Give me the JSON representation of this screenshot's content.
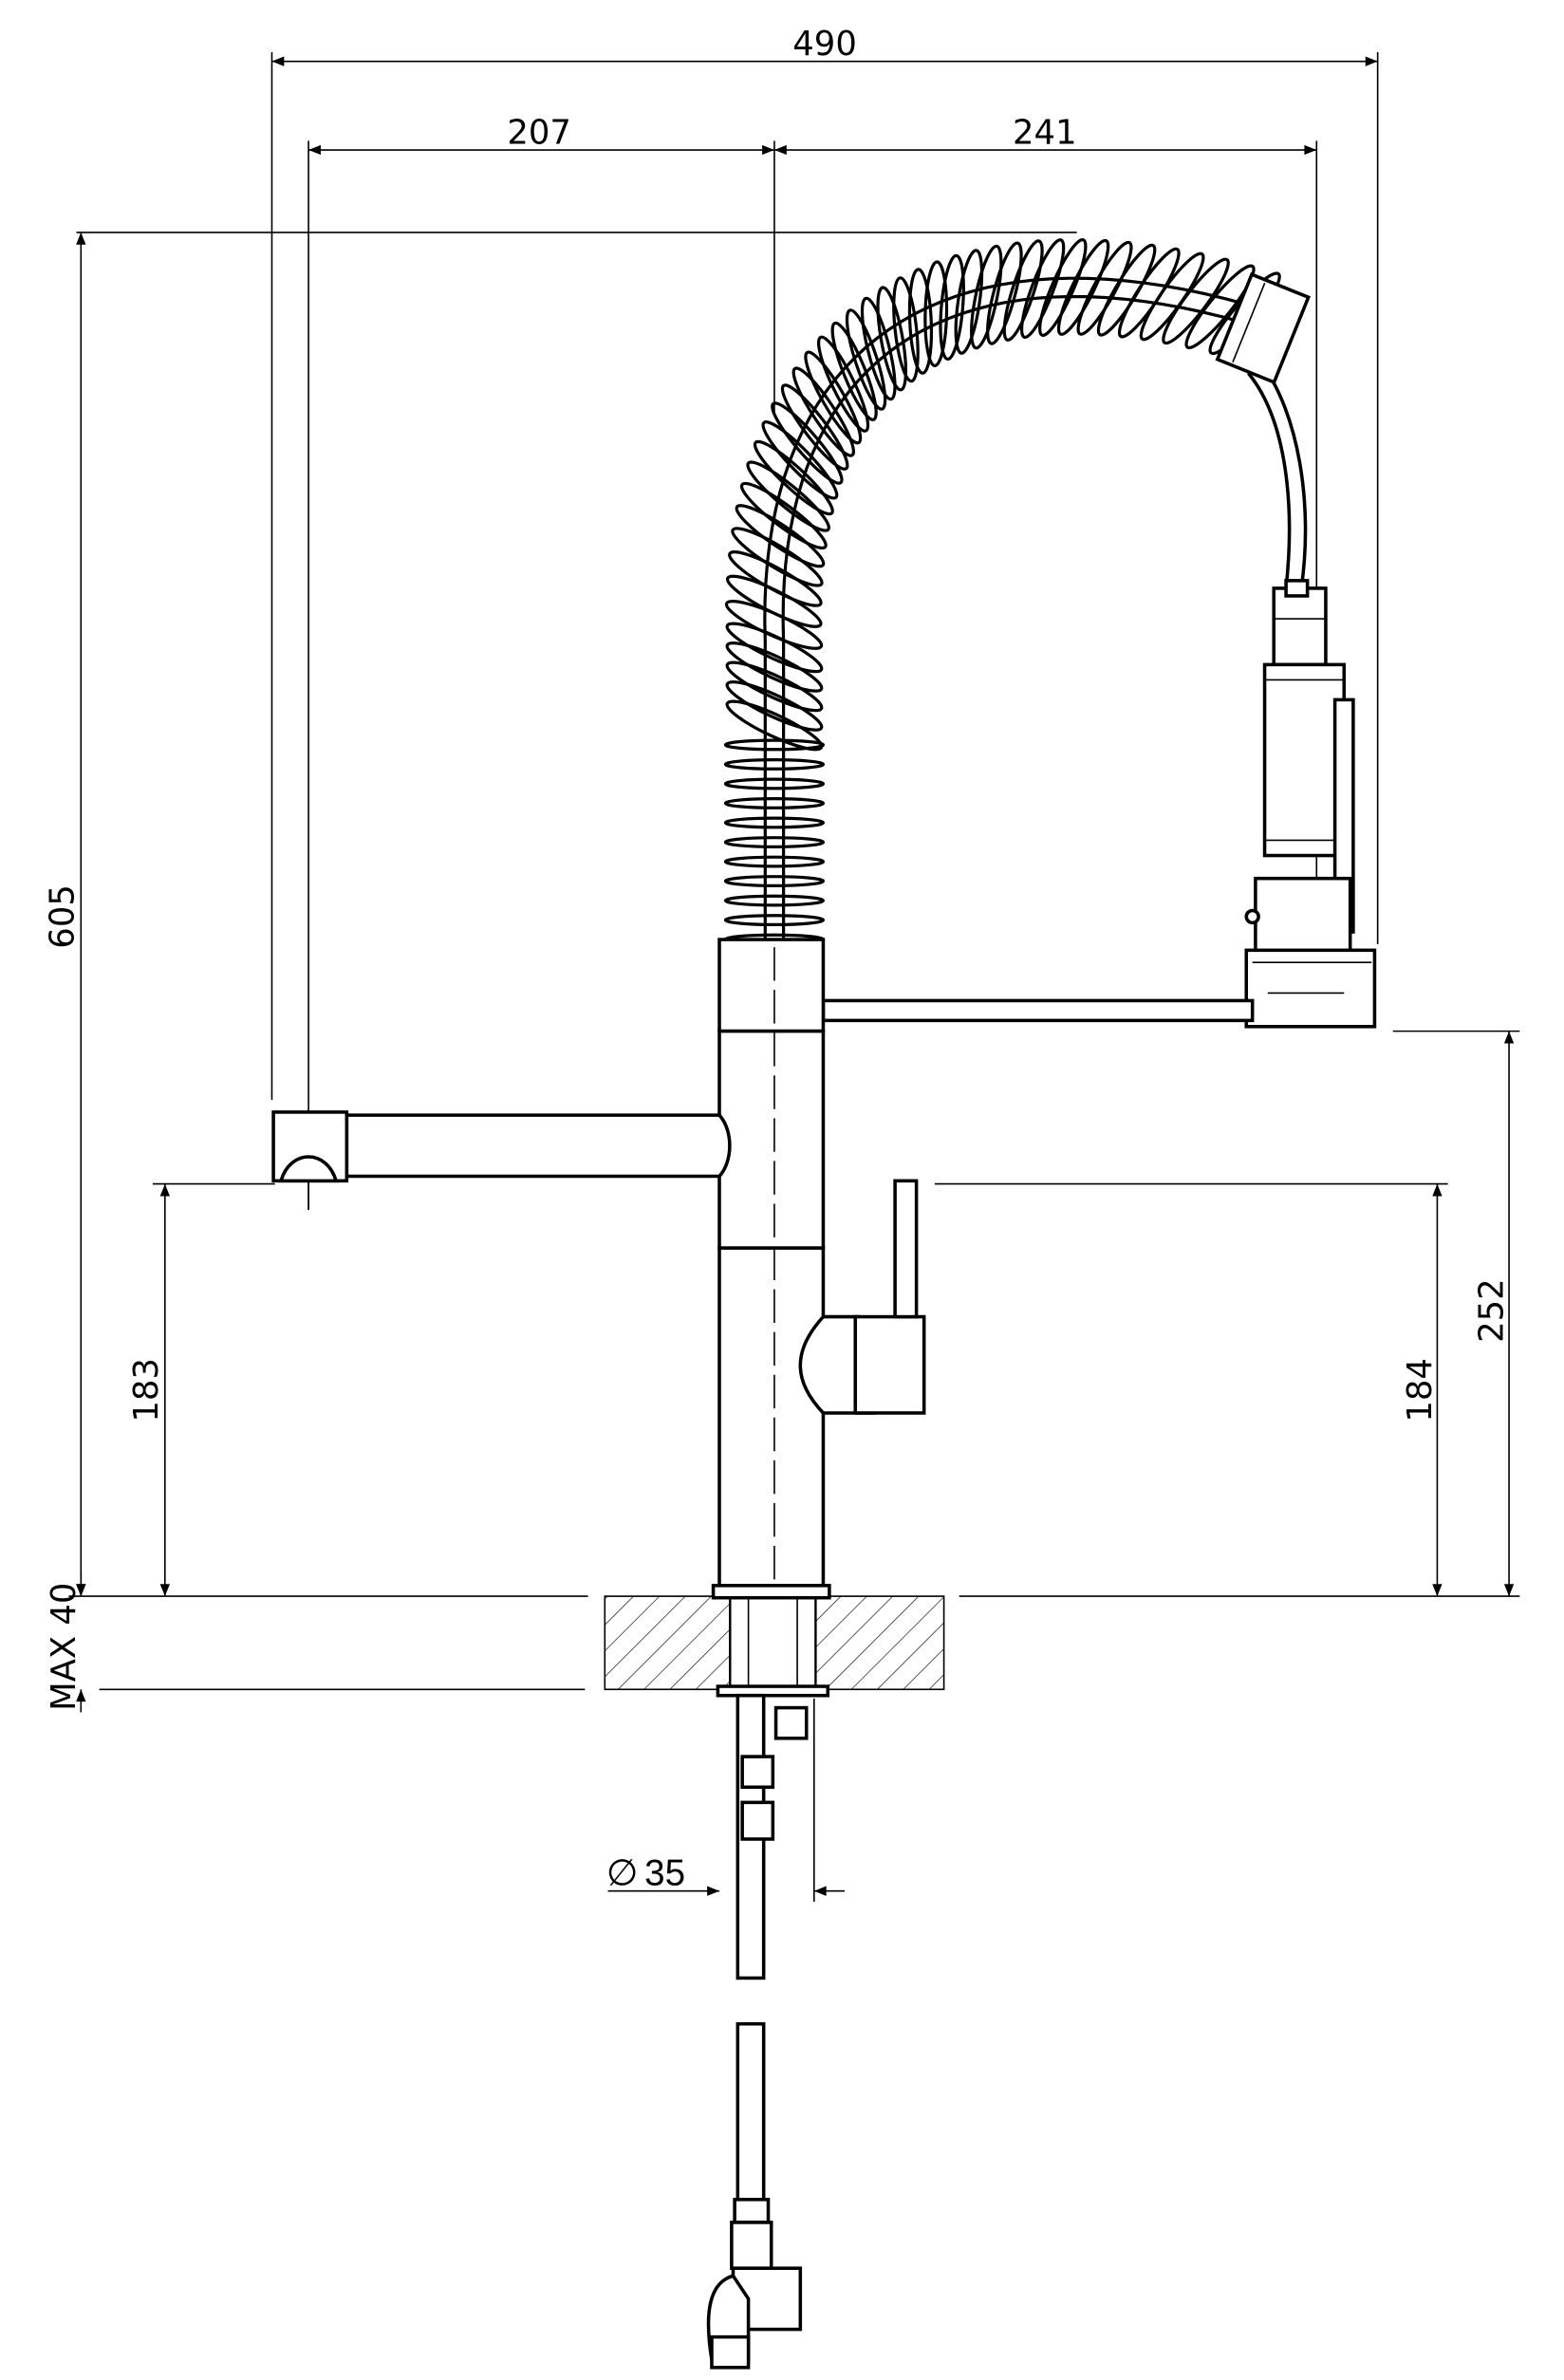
{
  "drawing": {
    "units": "mm",
    "dimensions": {
      "overall_width": "490",
      "spout_reach": "207",
      "spray_reach": "241",
      "overall_height": "605",
      "spout_height": "183",
      "lever_height": "184",
      "spray_height": "252",
      "max_counter_thickness": "MAX 40",
      "hole_diameter": "35"
    },
    "diameter_symbol": "∅",
    "line_color": "#000000",
    "background_color": "#ffffff"
  }
}
